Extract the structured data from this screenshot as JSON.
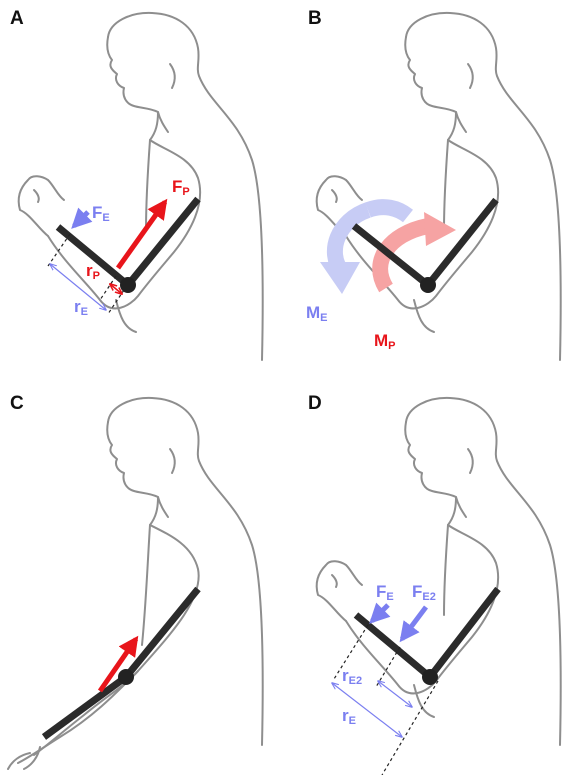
{
  "colors": {
    "effort": "#7b7ff0",
    "muscle": "#e8151b",
    "moment_effort": "#c7ccf5",
    "moment_muscle": "#f6a3a3",
    "bone": "#2b2b2b",
    "outline": "#8e8e8e"
  },
  "panels": {
    "A": {
      "letter": "A",
      "labels": {
        "effort_force": "F",
        "effort_force_sub": "E",
        "muscle_force": "F",
        "muscle_force_sub": "P",
        "muscle_arm": "r",
        "muscle_arm_sub": "P",
        "effort_arm": "r",
        "effort_arm_sub": "E"
      }
    },
    "B": {
      "letter": "B",
      "labels": {
        "effort_moment": "M",
        "effort_moment_sub": "E",
        "muscle_moment": "M",
        "muscle_moment_sub": "P"
      }
    },
    "C": {
      "letter": "C",
      "labels": {}
    },
    "D": {
      "letter": "D",
      "labels": {
        "force_1": "F",
        "force_1_sub": "E",
        "force_2": "F",
        "force_2_sub": "E2",
        "arm_2": "r",
        "arm_2_sub": "E2",
        "arm_1": "r",
        "arm_1_sub": "E"
      }
    }
  },
  "icons": [
    "human-torso-outline",
    "forearm-bone",
    "upper-arm-bone",
    "elbow-joint",
    "force-arrow",
    "moment-arc-arrow"
  ]
}
